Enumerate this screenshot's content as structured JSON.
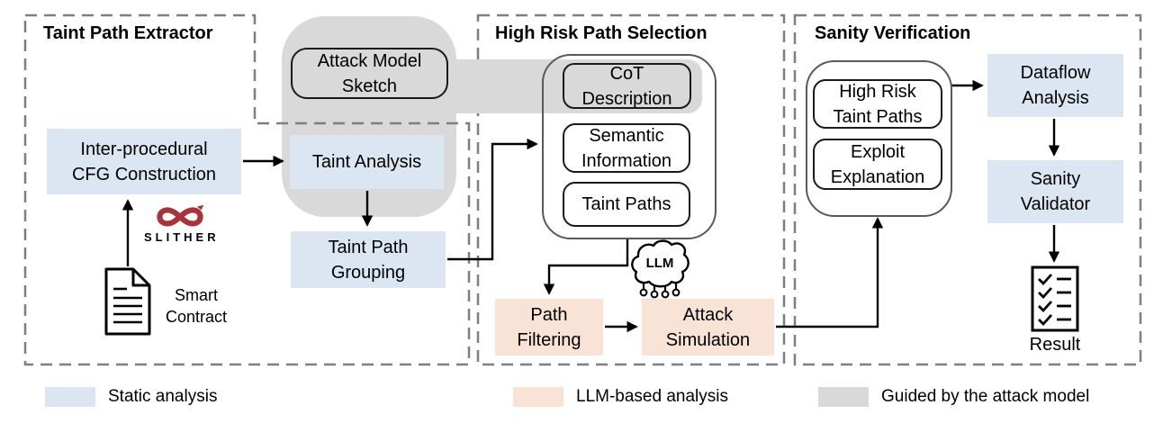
{
  "colors": {
    "static_analysis": "#dce6f2",
    "llm_based": "#f8e3d6",
    "guided": "#d9d9d9",
    "slither_red": "#a8333b",
    "dash_border": "#7f7f7f",
    "container_border": "#595959"
  },
  "shared": {
    "attack_model_sketch": "Attack Model\nSketch"
  },
  "panels": {
    "extractor": {
      "title": "Taint Path Extractor",
      "nodes": {
        "cfg": "Inter-procedural\nCFG Construction",
        "taint_analysis": "Taint Analysis",
        "taint_path_grouping": "Taint Path\nGrouping",
        "smart_contract": "Smart\nContract",
        "slither": "SLITHER"
      }
    },
    "selection": {
      "title": "High Risk Path Selection",
      "nodes": {
        "cot": "CoT\nDescription",
        "semantic": "Semantic\nInformation",
        "taint_paths": "Taint Paths",
        "llm": "LLM",
        "path_filtering": "Path\nFiltering",
        "attack_simulation": "Attack\nSimulation"
      }
    },
    "verification": {
      "title": "Sanity Verification",
      "nodes": {
        "high_risk": "High Risk\nTaint Paths",
        "exploit": "Exploit\nExplanation",
        "dataflow": "Dataflow\nAnalysis",
        "sanity_validator": "Sanity\nValidator",
        "result": "Result"
      }
    }
  },
  "legend": {
    "items": [
      {
        "label": "Static analysis",
        "color": "#dce6f2"
      },
      {
        "label": "LLM-based analysis",
        "color": "#f8e3d6"
      },
      {
        "label": "Guided by the attack model",
        "color": "#d9d9d9"
      }
    ]
  }
}
